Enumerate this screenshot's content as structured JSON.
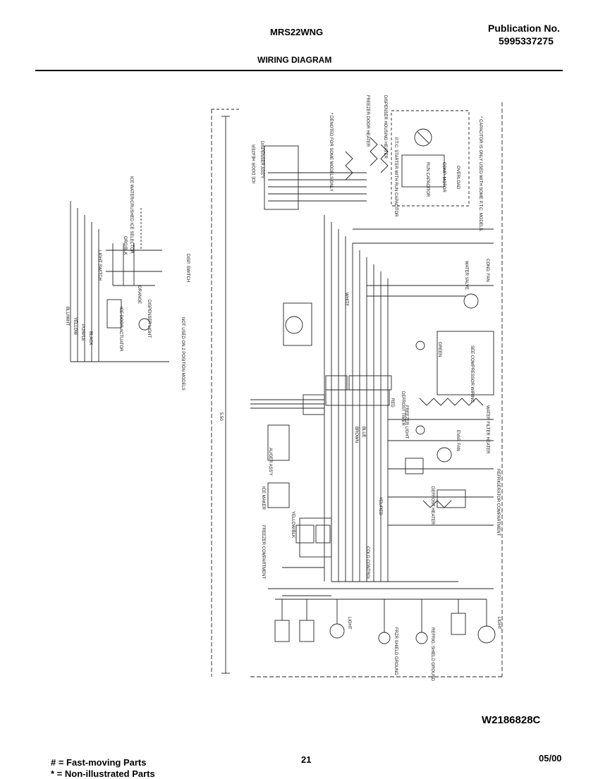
{
  "header": {
    "model": "MRS22WNG",
    "publication_label": "Publication No.",
    "publication_number": "5995337275",
    "title": "WIRING DIAGRAM"
  },
  "diagram_labels": {
    "ice_door_heater": "ICE DOOR HEATER",
    "dispenser_assy": "DISPENSER ASS'Y",
    "denoted_note": "* DENOTED FOR SOME MODELS ONLY",
    "freezer_door_heater": "FREEZER DOOR HEATER",
    "dispenser_housing_heater": "DISPENSER HOUSING HEATER",
    "ptc_starter": "P.T.C. STARTER WITH RUN CAPACITOR",
    "overload": "OVERLOAD",
    "run_capacitor": "RUN CAPACITOR",
    "comp_motor": "COMP. MOTOR",
    "capacitor_note": "* CAPACITOR IS ONLY USED WITH SOME P.T.C. MODELS.",
    "ice_water_crushed": "ICE WATER/CRUSHED ICE SELECTOR",
    "light_switch": "LIGHT SWITCH",
    "ice_door_actuator": "ICE DOOR ACTUATOR",
    "dispenser_light": "DISPENSER LIGHT",
    "disp_switch": "DISP. SWITCH",
    "not_used_note": "NOT USED ON 2 POSITION MODELS",
    "compressor_wiring": "SEE COMPRESSOR WIRING",
    "auger_assy": "AUGER ASS'Y",
    "ice_maker": "ICE MAKER",
    "freezer_compartment": "FREEZER COMPARTMENT",
    "refrigerator_compartment": "REFRIGERATOR COMPARTMENT",
    "cold_control": "COLD CONTROL",
    "defrost_heater": "DEFROST HEATER",
    "defrost_timer": "DEFROST TIMER",
    "water_valve": "WATER VALVE",
    "cond_fan": "COND. FAN",
    "evap_fan": "EVAP. FAN",
    "water_filter_heater": "WATER FILTER HEATER",
    "freezer_light": "FREEZER LIGHT",
    "light_left": "LIGHT",
    "light_right": "LIGHT",
    "freezer_shield_ground": "FRZR SHIELD GROUND",
    "refrig_shield_ground": "REFRIG. SHIELD GROUND",
    "dimension": "5.50",
    "wire_blue_white": "BLU/WHT",
    "wire_yellow": "YELLOW",
    "wire_purple": "PURPLE",
    "wire_black": "BLACK",
    "wire_white": "WHITE",
    "wire_orange": "ORANGE",
    "wire_brown": "BROWN",
    "wire_red": "RED",
    "wire_green": "GREEN",
    "wire_blue": "BLUE",
    "wire_yellow_black": "YELLOW/BLK",
    "wire_yellow_red": "YEL/RED",
    "wire_org_blk": "ORG/BLK"
  },
  "footer": {
    "drawing_number": "W2186828C",
    "legend_fast": "# = Fast-moving Parts",
    "legend_non": "* = Non-illustrated Parts",
    "page_number": "21",
    "date": "05/00"
  }
}
